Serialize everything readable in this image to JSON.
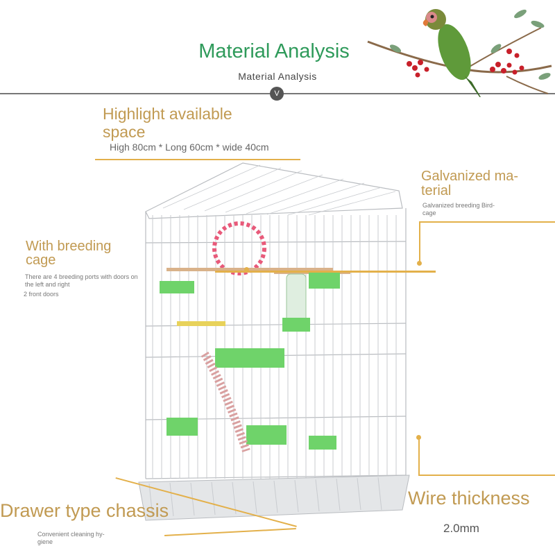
{
  "header": {
    "title": "Material Analysis",
    "subtitle": "Material Analysis",
    "chevron": "V"
  },
  "callouts": {
    "space": {
      "title": "Highlight available space",
      "dims": "High 80cm * Long 60cm * wide 40cm"
    },
    "galvanized": {
      "title_line1": "Galvanized ma-",
      "title_line2": "terial",
      "desc_line1": "Galvanized breeding Bird-",
      "desc_line2": "cage"
    },
    "breeding": {
      "title_line1": "With breeding",
      "title_line2": "cage",
      "desc_line1": "There are 4 breeding ports with doors on",
      "desc_line2": "the left and right",
      "desc_line3": "2 front doors"
    },
    "wire": {
      "title": "Wire thickness",
      "spec": "2.0mm"
    },
    "drawer": {
      "title": "Drawer type chassis",
      "desc_line1": "Convenient cleaning hy-",
      "desc_line2": "giene"
    }
  },
  "colors": {
    "accent_gold": "#c19a52",
    "leader_line": "#e3b04a",
    "title_green": "#2e9a5a"
  }
}
